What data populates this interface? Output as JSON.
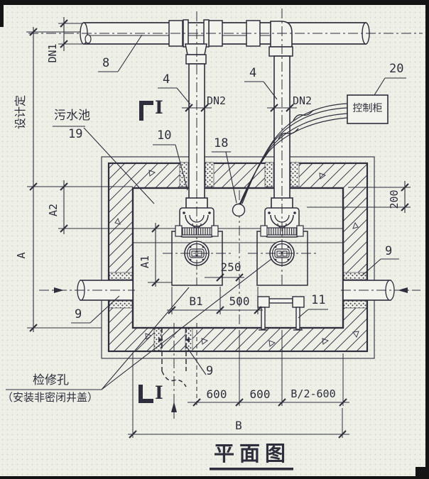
{
  "title": "平面图",
  "section_marks": {
    "top": "I",
    "bottom": "I"
  },
  "labels": {
    "sump_name": "污水池",
    "sump_no": "19",
    "header_pipe": "8",
    "riser_left": "4",
    "riser_right": "4",
    "union_no": "10",
    "float_no": "18",
    "cabinet_no": "20",
    "cabinet_name": "控制柜",
    "ladder_no": "11",
    "sleeve_left": "9",
    "sleeve_right": "9",
    "sleeve_bottom": "9",
    "access_hole": "检修孔",
    "access_hole_note": "（安装非密闭井盖）",
    "design_note": "设计定"
  },
  "dimensions": {
    "dn1": "DN1",
    "dn2_left": "DN2",
    "dn2_right": "DN2",
    "a": "A",
    "a1": "A1",
    "a2": "A2",
    "d200": "200",
    "d250": "250",
    "b1": "B1",
    "d500": "500",
    "d600_1": "600",
    "d600_2": "600",
    "d_b2_600": "B/2-600",
    "b": "B"
  },
  "colors": {
    "ink": "#2e2e3c",
    "paper": "#f2f3ec"
  }
}
